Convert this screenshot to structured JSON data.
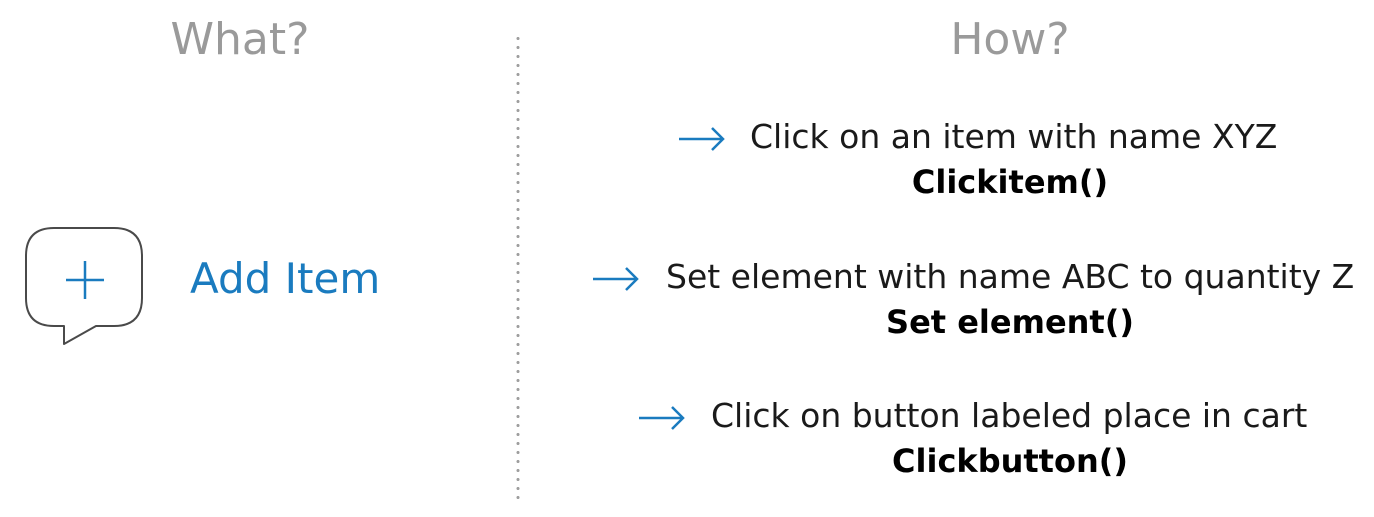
{
  "headings": {
    "what": "What?",
    "how": "How?"
  },
  "action": {
    "icon": "plus-speech-bubble-icon",
    "label": "Add Item"
  },
  "steps": [
    {
      "icon": "arrow-right-icon",
      "text": "Click on an item with name XYZ",
      "function": "Clickitem()"
    },
    {
      "icon": "arrow-right-icon",
      "text": "Set element with name ABC to quantity Z",
      "function": "Set element()"
    },
    {
      "icon": "arrow-right-icon",
      "text": "Click on button labeled place in cart",
      "function": "Clickbutton()"
    }
  ],
  "colors": {
    "accent": "#1a7bbf",
    "heading": "#9a9a9a",
    "text": "#1a1a1a",
    "outline": "#4a4a4a",
    "divider": "#9e9e9e"
  }
}
